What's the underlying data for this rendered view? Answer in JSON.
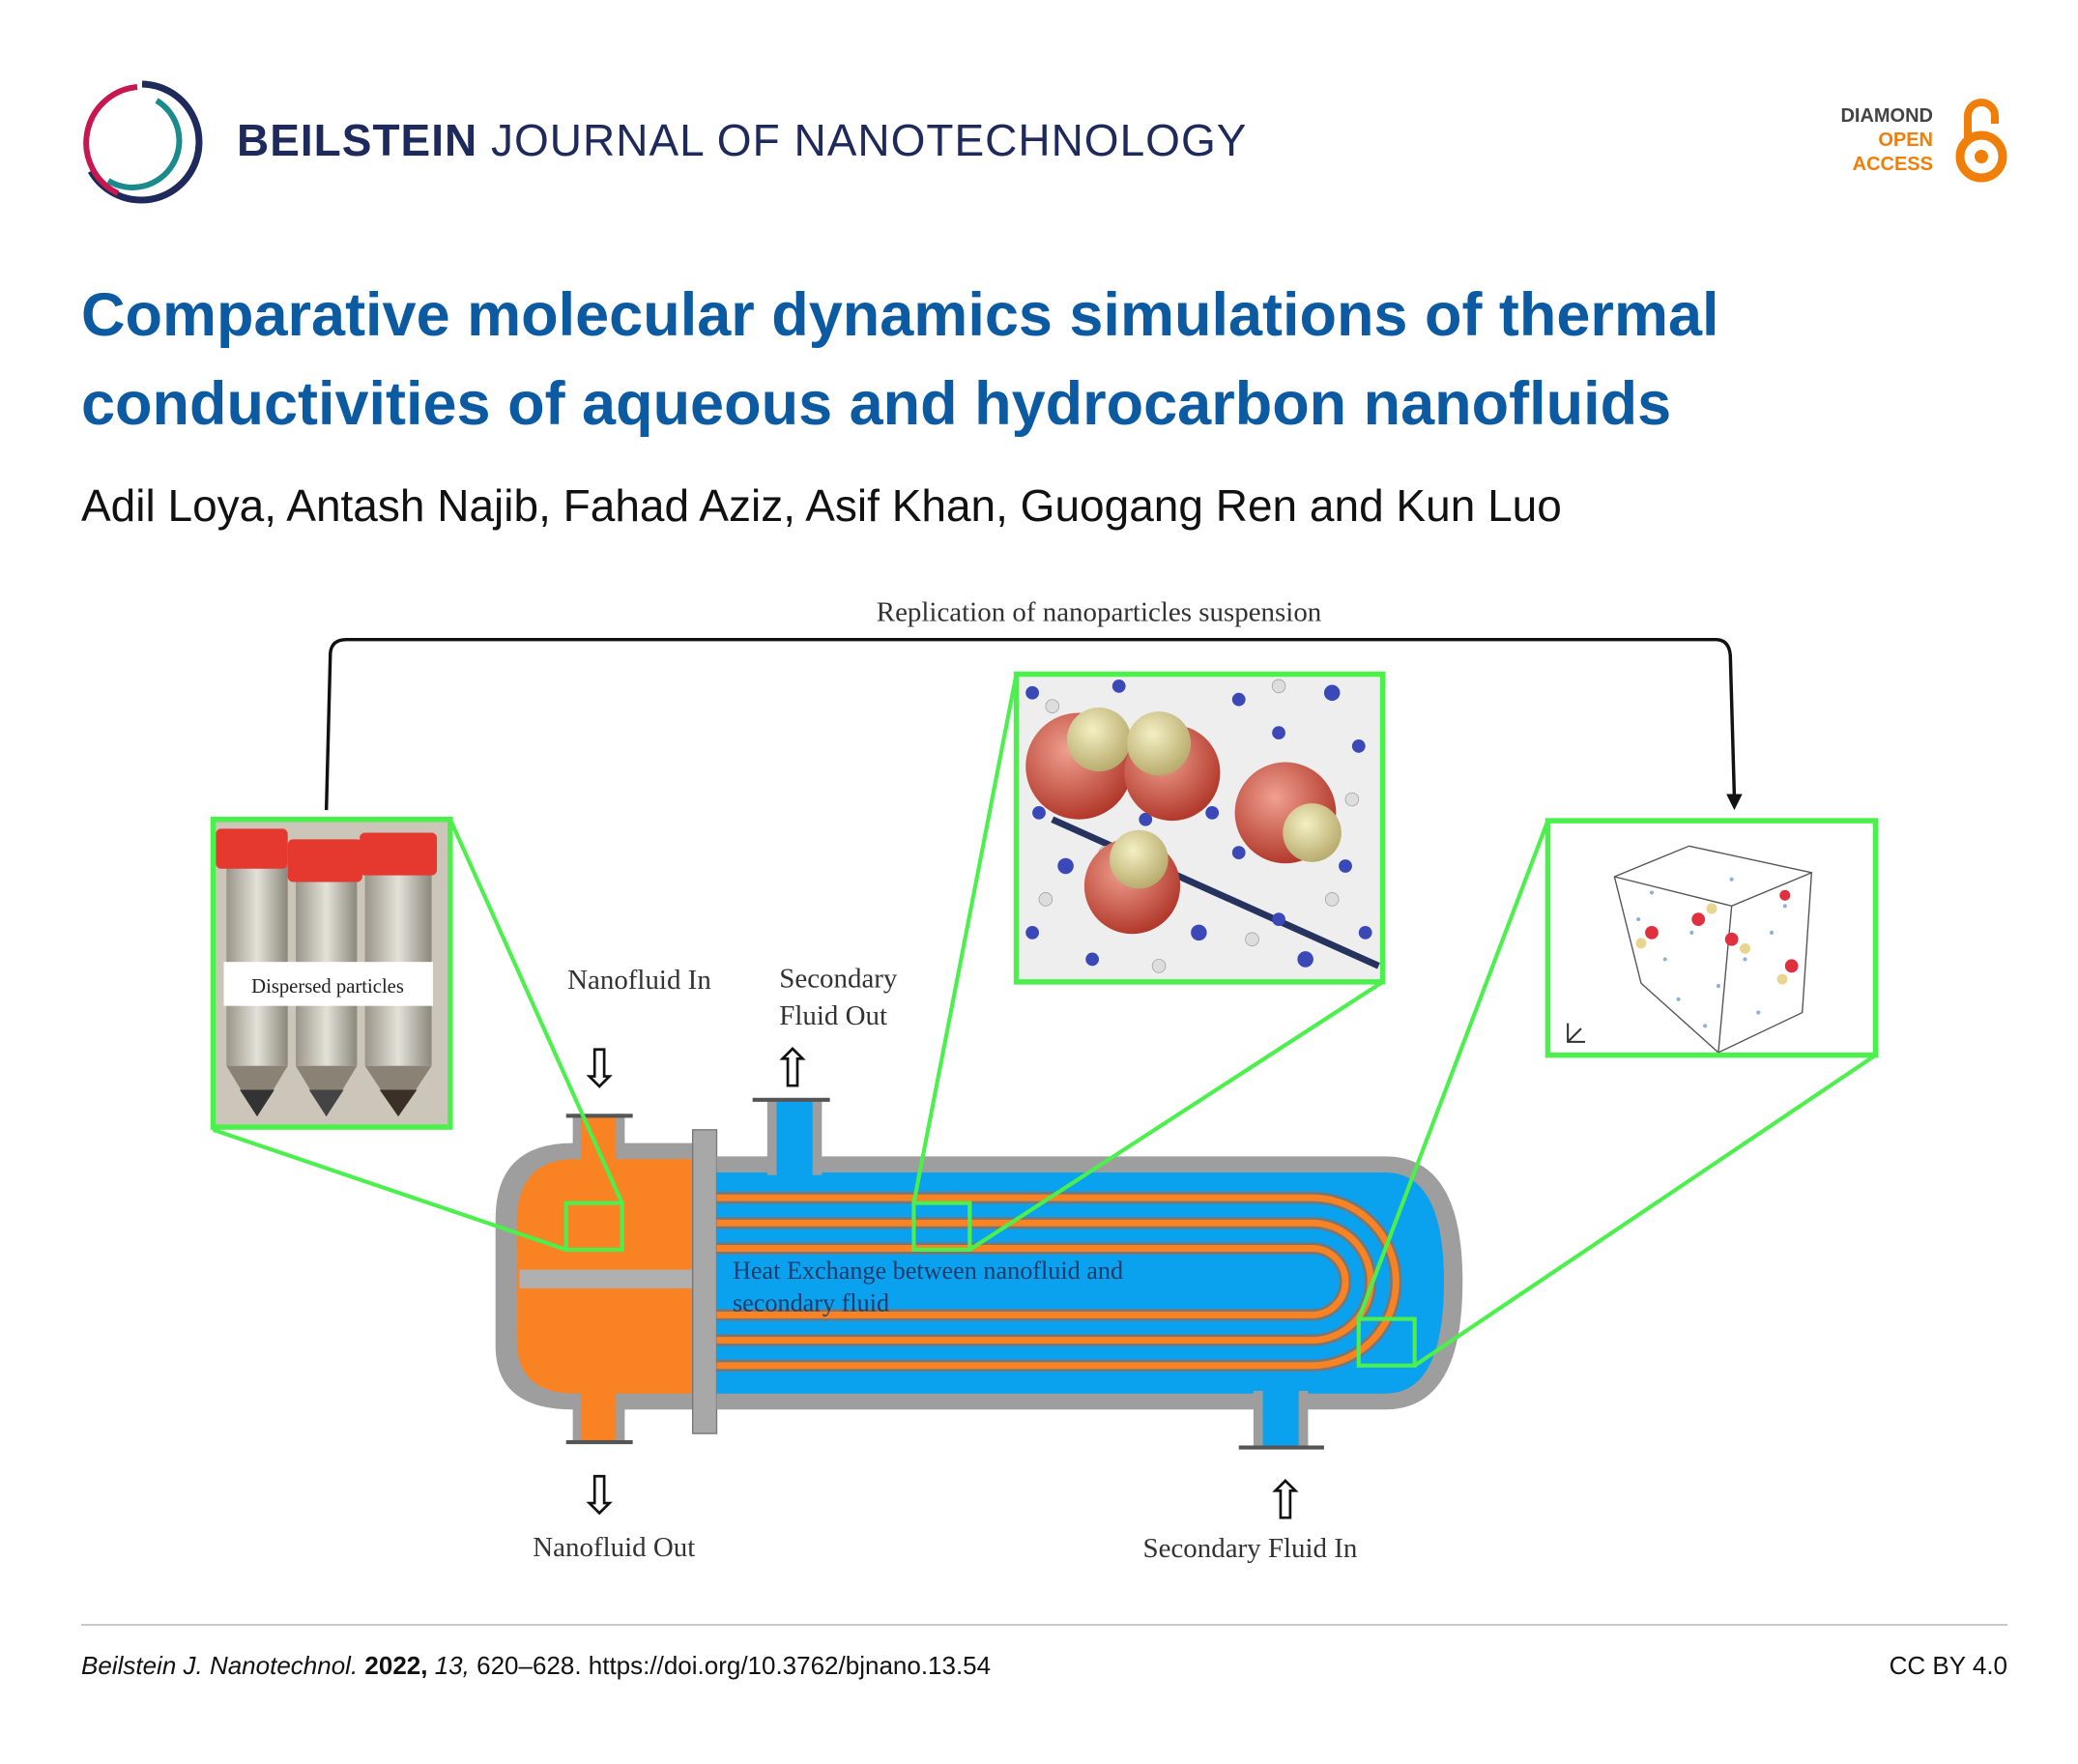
{
  "header": {
    "journal_bold": "BEILSTEIN",
    "journal_rest": "JOURNAL OF NANOTECHNOLOGY",
    "oa_badge": [
      "DIAMOND",
      "OPEN",
      "ACCESS"
    ]
  },
  "article": {
    "title_line1": "Comparative molecular dynamics simulations of thermal",
    "title_line2": "conductivities of aqueous and hydrocarbon nanofluids",
    "authors": "Adil Loya, Antash Najib, Fahad Aziz, Asif Khan, Guogang Ren and Kun Luo"
  },
  "figure": {
    "top_label": "Replication of nanoparticles suspension",
    "inset_label": "Dispersed particles",
    "nanofluid_in": "Nanofluid In",
    "secondary_out_1": "Secondary",
    "secondary_out_2": "Fluid Out",
    "nanofluid_out": "Nanofluid Out",
    "secondary_in": "Secondary Fluid In",
    "heat_exchange_1": "Heat Exchange between nanofluid and",
    "heat_exchange_2": "secondary fluid",
    "arrow_down": "⇩",
    "arrow_up": "⇧"
  },
  "footer": {
    "journal": "Beilstein J. Nanotechnol.",
    "year": "2022,",
    "volume": "13,",
    "pages_doi": "620–628. https://doi.org/10.3762/bjnano.13.54",
    "license": "CC BY 4.0"
  },
  "colors": {
    "title": "#0b5aa2",
    "journal": "#1f2a5c",
    "oa_orange": "#f07f09",
    "inset_green": "#4cf04c",
    "orange_fluid": "#f98222",
    "blue_fluid": "#0aa2ee"
  }
}
